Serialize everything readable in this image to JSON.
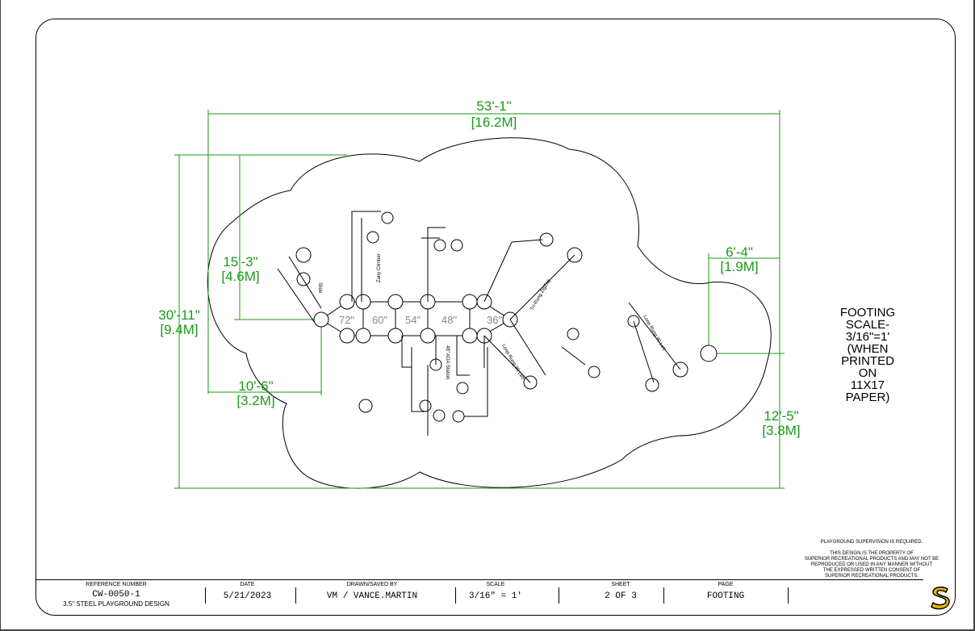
{
  "dimensions": {
    "overall_width": "53'-1\"",
    "overall_width_metric": "[16.2M]",
    "overall_depth": "30'-11\"",
    "overall_depth_metric": "[9.4M]",
    "left_upper": "15'-3\"",
    "left_upper_metric": "[4.6M]",
    "left_lower": "10'-6\"",
    "left_lower_metric": "[3.2M]",
    "right_upper": "6'-4\"",
    "right_upper_metric": "[1.9M]",
    "right_lower": "12'-5\"",
    "right_lower_metric": "[3.8M]"
  },
  "scale_note": [
    "FOOTING",
    "SCALE-",
    "3/16\"=1'",
    "(WHEN",
    "PRINTED",
    "ON",
    "11X17",
    "PAPER)"
  ],
  "components": {
    "zany_climber": "Zany Climber",
    "slide": "Slide",
    "tri_rung": "Tri-Rung ZigZag",
    "ada_station": "48\" ADA Station",
    "loop_rung_left": "Loop Rung 90 Left",
    "loop_rung_right": "Loop Rung 90 Left"
  },
  "deck_heights": [
    "72\"",
    "60\"",
    "54\"",
    "48\"",
    "36\""
  ],
  "notes": {
    "supervision": "PLAYGROUND SUPERVISION IS REQUIRED.",
    "property": [
      "THIS DESIGN IS THE PROPERTY OF",
      "SUPERIOR RECREATIONAL PRODUCTS AND MAY NOT BE",
      "REPRODUCED OR USED IN ANY MANNER WITHOUT",
      "THE EXPRESSED WRITTEN CONSENT OF",
      "SUPERIOR RECREATIONAL PRODUCTS."
    ]
  },
  "title_block": {
    "reference_label": "REFERENCE NUMBER",
    "reference_value": "CW-0050-1",
    "reference_sub": "3.5\" STEEL PLAYGROUND DESIGN",
    "date_label": "DATE",
    "date_value": "5/21/2023",
    "drawn_label": "DRAWN/SAVED BY",
    "drawn_value": "VM / VANCE.MARTIN",
    "scale_label": "SCALE",
    "scale_value": "3/16\" = 1'",
    "sheet_label": "SHEET",
    "sheet_value": "2 OF 3",
    "page_label": "PAGE",
    "page_value": "FOOTING"
  },
  "colors": {
    "dimension": "#1a9a1a",
    "linework": "#000000"
  }
}
